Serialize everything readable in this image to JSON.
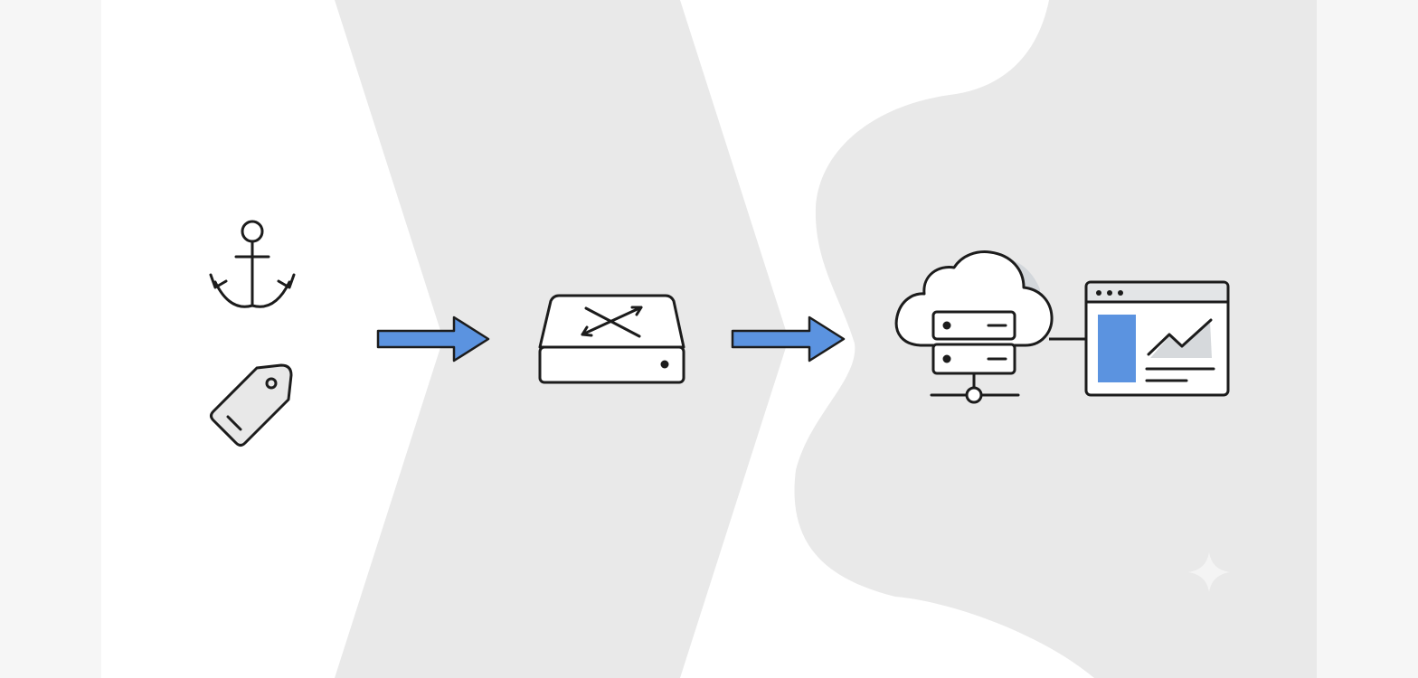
{
  "diagram": {
    "type": "flow",
    "direction": "left-to-right",
    "stages": [
      {
        "id": "source",
        "icons": [
          "anchor-icon",
          "tag-icon"
        ]
      },
      {
        "id": "switch",
        "icons": [
          "network-switch-icon"
        ]
      },
      {
        "id": "destination",
        "icons": [
          "cloud-server-icon",
          "dashboard-window-icon"
        ]
      }
    ],
    "connections": [
      {
        "from": "source",
        "to": "switch",
        "style": "arrow"
      },
      {
        "from": "switch",
        "to": "destination",
        "style": "arrow"
      },
      {
        "from": "cloud-server-icon",
        "to": "dashboard-window-icon",
        "style": "line"
      }
    ],
    "watermark_icon": "sparkle-icon"
  },
  "colors": {
    "page_background": "#f6f6f6",
    "panel_white": "#ffffff",
    "panel_grey": "#e9e9e9",
    "stroke": "#1c1c1c",
    "accent_blue": "#5b93e0",
    "chart_fill": "#d6d9dc",
    "titlebar_fill": "#e3e5e7"
  }
}
